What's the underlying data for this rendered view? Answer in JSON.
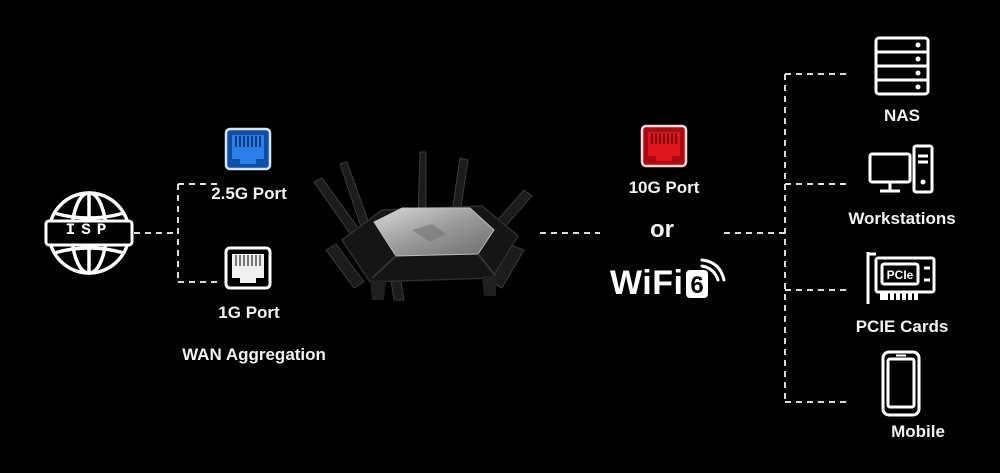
{
  "isp": {
    "label": "ISP"
  },
  "wan": {
    "port_25g": "2.5G Port",
    "port_1g": "1G Port",
    "aggregation": "WAN Aggregation"
  },
  "lan": {
    "port_10g": "10G Port",
    "or": "or",
    "wifi": "WiFi",
    "wifi_badge": "6"
  },
  "devices": [
    {
      "label": "NAS",
      "icon": "server-icon"
    },
    {
      "label": "Workstations",
      "icon": "desktop-icon"
    },
    {
      "label": "PCIE Cards",
      "icon": "pcie-card-icon"
    },
    {
      "label": "Mobile",
      "icon": "phone-icon"
    }
  ],
  "pcie_chip_text": "PCIe",
  "colors": {
    "background": "#000000",
    "port_25g": "#1a6fd6",
    "port_10g": "#d8141d",
    "port_1g": "#e8e8e8",
    "line": "#dcdcdc"
  }
}
